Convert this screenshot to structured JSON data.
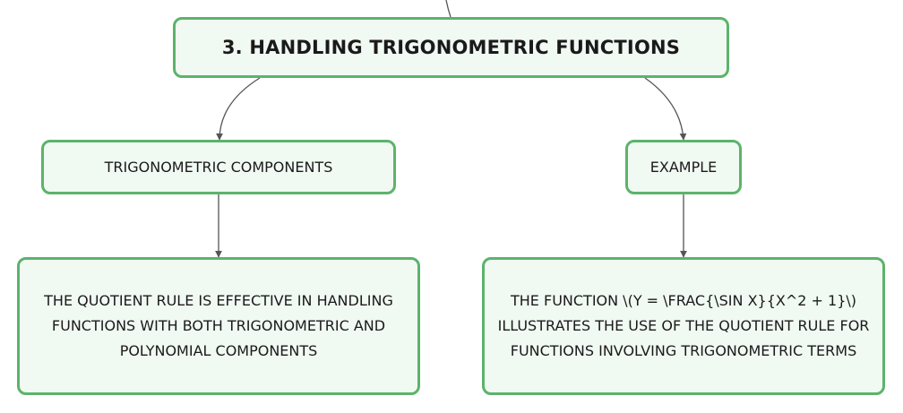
{
  "diagram": {
    "root": {
      "label": "3. HANDLING TRIGONOMETRIC FUNCTIONS"
    },
    "nodes": {
      "components": {
        "label": "TRIGONOMETRIC COMPONENTS"
      },
      "example": {
        "label": "EXAMPLE"
      },
      "components_detail": {
        "label": "THE QUOTIENT RULE IS EFFECTIVE IN HANDLING FUNCTIONS WITH BOTH TRIGONOMETRIC AND POLYNOMIAL COMPONENTS"
      },
      "example_detail": {
        "label": "THE FUNCTION \\(Y = \\FRAC{\\SIN X}{X^2 + 1}\\) ILLUSTRATES THE USE OF THE QUOTIENT RULE FOR FUNCTIONS INVOLVING TRIGONOMETRIC TERMS"
      }
    }
  },
  "colors": {
    "node_border": "#5cb36b",
    "node_fill": "#f1f9f3",
    "connector": "#555555",
    "text": "#1a1a1a"
  }
}
